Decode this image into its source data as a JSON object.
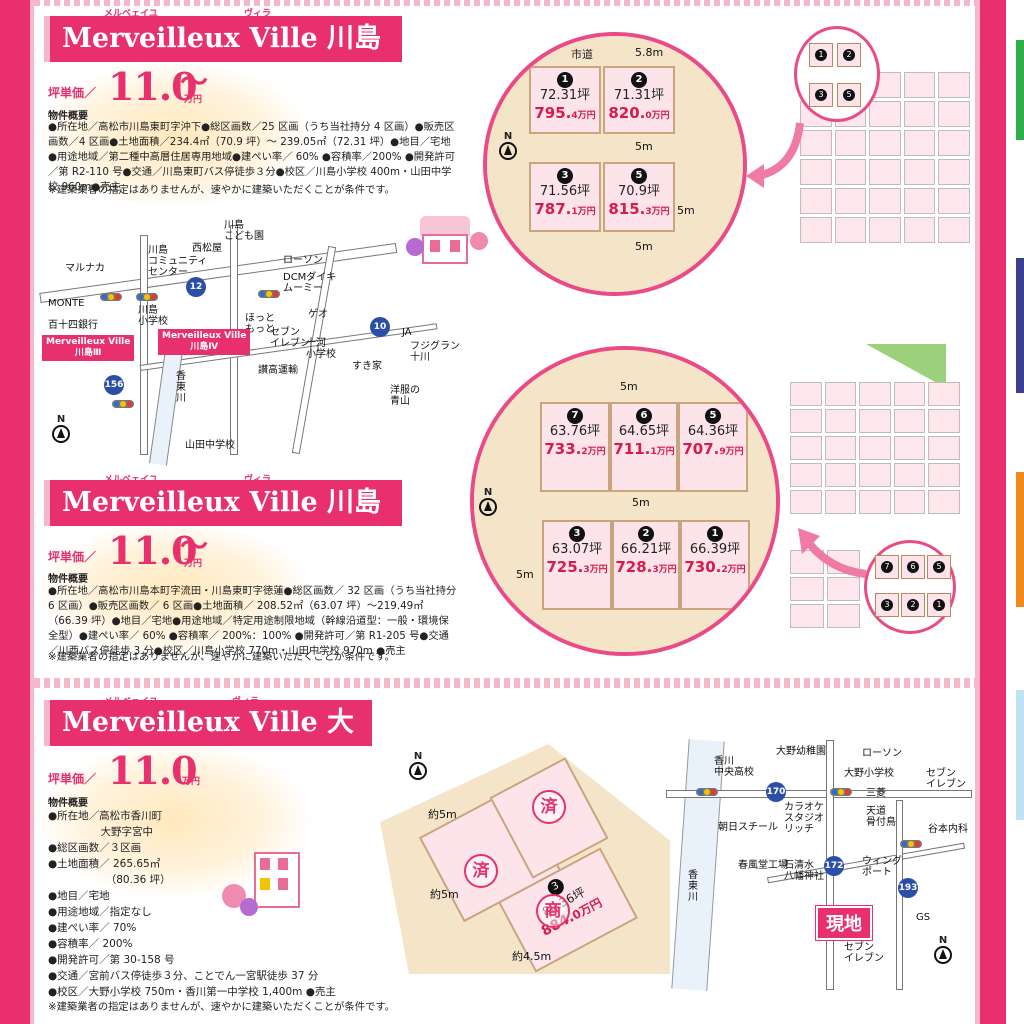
{
  "sections": [
    {
      "ruby_left": "メルベェイユ",
      "ruby_right": "ヴィラ",
      "title": "Merveilleux Ville 川島Ⅳ",
      "price_label": "坪単価／",
      "price_value": "11.0",
      "price_tilde": "〜",
      "price_unit": "万円",
      "overview_heading": "物件概要",
      "overview_text": "●所在地／高松市川島東町字沖下●総区画数／25 区画（うち当社持分 4 区画）●販売区画数／4 区画●土地面積／234.4㎡（70.9 坪）～ 239.05㎡（72.31 坪）●地目／宅地●用途地域／第二種中高層住居専用地域●建ぺい率／ 60% ●容積率／200% ●開発許可／第 R2-110 号●交通／川島東町バス停徒歩３分●校区／川島小学校 400m・山田中学校 960m●売主",
      "note": "※建築業者の指定はありませんが、速やかに建築いただくことが条件です。",
      "lots": [
        {
          "no": "1",
          "area": "72.31坪",
          "price": "795.",
          "price_sup": "4",
          "unit": "万円"
        },
        {
          "no": "2",
          "area": "71.31坪",
          "price": "820.",
          "price_sup": "0",
          "unit": "万円"
        },
        {
          "no": "3",
          "area": "71.56坪",
          "price": "787.",
          "price_sup": "1",
          "unit": "万円"
        },
        {
          "no": "5",
          "area": "70.9坪",
          "price": "815.",
          "price_sup": "3",
          "unit": "万円"
        }
      ],
      "road_label": "市道",
      "dims": [
        "5.8m",
        "5m",
        "5m",
        "5m"
      ],
      "mini_nos": [
        "1",
        "2",
        "3",
        "5"
      ]
    },
    {
      "ruby_left": "メルベェイユ",
      "ruby_right": "ヴィラ",
      "title": "Merveilleux Ville 川島Ⅲ",
      "price_label": "坪単価／",
      "price_value": "11.0",
      "price_tilde": "〜",
      "price_unit": "万円",
      "overview_heading": "物件概要",
      "overview_text": "●所在地／高松市川島本町字流田・川島東町字徳蓮●総区画数／ 32 区画（うち当社持分 6 区画）●販売区画数／ 6 区画●土地面積／ 208.52㎡（63.07 坪）～219.49㎡（66.39 坪）●地目／宅地●用途地域／特定用途制限地域（幹線沿道型：一般・環境保全型）●建ぺい率／ 60% ●容積率／ 200%：100% ●開発許可／第 R1-205 号●交通／川西バス停徒歩 3 分●校区／川島小学校 770m・山田中学校 970m ●売主",
      "note": "※建築業者の指定はありませんが、速やかに建築いただくことが条件です。",
      "lots": [
        {
          "no": "7",
          "area": "63.76坪",
          "price": "733.",
          "price_sup": "2",
          "unit": "万円"
        },
        {
          "no": "6",
          "area": "64.65坪",
          "price": "711.",
          "price_sup": "1",
          "unit": "万円"
        },
        {
          "no": "5",
          "area": "64.36坪",
          "price": "707.",
          "price_sup": "9",
          "unit": "万円"
        },
        {
          "no": "3",
          "area": "63.07坪",
          "price": "725.",
          "price_sup": "3",
          "unit": "万円"
        },
        {
          "no": "2",
          "area": "66.21坪",
          "price": "728.",
          "price_sup": "3",
          "unit": "万円"
        },
        {
          "no": "1",
          "area": "66.39坪",
          "price": "730.",
          "price_sup": "2",
          "unit": "万円"
        }
      ],
      "dims": [
        "5m",
        "5m",
        "5m"
      ],
      "mini_nos": [
        "7",
        "6",
        "5",
        "3",
        "2",
        "1"
      ]
    },
    {
      "ruby_left": "メルベェイユ",
      "ruby_right": "ヴィラ",
      "title": "Merveilleux Ville 大野",
      "price_label": "坪単価／",
      "price_value": "11.0",
      "price_unit": "万円",
      "overview_heading": "物件概要",
      "overview_lines": [
        "●所在地／高松市香川町",
        "　　　　　大野字宮中",
        "●総区画数／３区画",
        "●土地面積／ 265.65㎡",
        "　　　　　　（80.36 坪）",
        "●地目／宅地",
        "●用途地域／指定なし",
        "●建ぺい率／ 70%",
        "●容積率／ 200%",
        "●開発許可／第 30-158 号",
        "●交通／宮前バス停徒歩３分、ことでん一宮駅徒歩 37 分",
        "●校区／大野小学校 750m・香川第一中学校 1,400m ●売主"
      ],
      "note": "※建築業者の指定はありませんが、速やかに建築いただくことが条件です。",
      "dims": [
        "約5m",
        "約5m",
        "約4.5m"
      ],
      "stamps": [
        "済",
        "済",
        "商"
      ],
      "lot": {
        "no": "3",
        "area": "80.36坪",
        "price": "884.",
        "price_sup": "0",
        "unit": "万円"
      }
    }
  ],
  "map1": {
    "labels": [
      "川島\nこども園",
      "西松屋",
      "川島\nコミュニティ\nセンター",
      "ローソン",
      "マルナカ",
      "DCMダイキ\nムーミー",
      "ゲオ",
      "MONTE",
      "ほっと\nもっと",
      "JA",
      "百十四銀行",
      "川島\n小学校",
      "セブン\nイレブン",
      "十河\n小学校",
      "フジグラン\n十川",
      "讃高運輸",
      "すき家",
      "洋服の\n青山",
      "香東川",
      "山田中学校"
    ],
    "tags": [
      "Merveilleux Ville\n川島Ⅲ",
      "Merveilleux Ville\n川島Ⅳ"
    ],
    "routes": [
      "12",
      "10",
      "156"
    ]
  },
  "map3": {
    "labels": [
      "大野幼稚園",
      "ローソン",
      "香川\n中央高校",
      "大野小学校",
      "セブン\nイレブン",
      "三菱",
      "カラオケ\nスタジオ\nリッチ",
      "天道\n骨付鳥",
      "谷本内科",
      "朝日スチール",
      "春風堂工場",
      "ウィング\nポート",
      "石清水\n八幡神社",
      "GS",
      "セブン\nイレブン",
      "香東川"
    ],
    "genchi": "現地",
    "routes": [
      "170",
      "172",
      "193"
    ]
  },
  "colors": {
    "brand": "#e8306e",
    "price_red": "#d81b4a",
    "frame_pink": "#f7b7cd"
  }
}
